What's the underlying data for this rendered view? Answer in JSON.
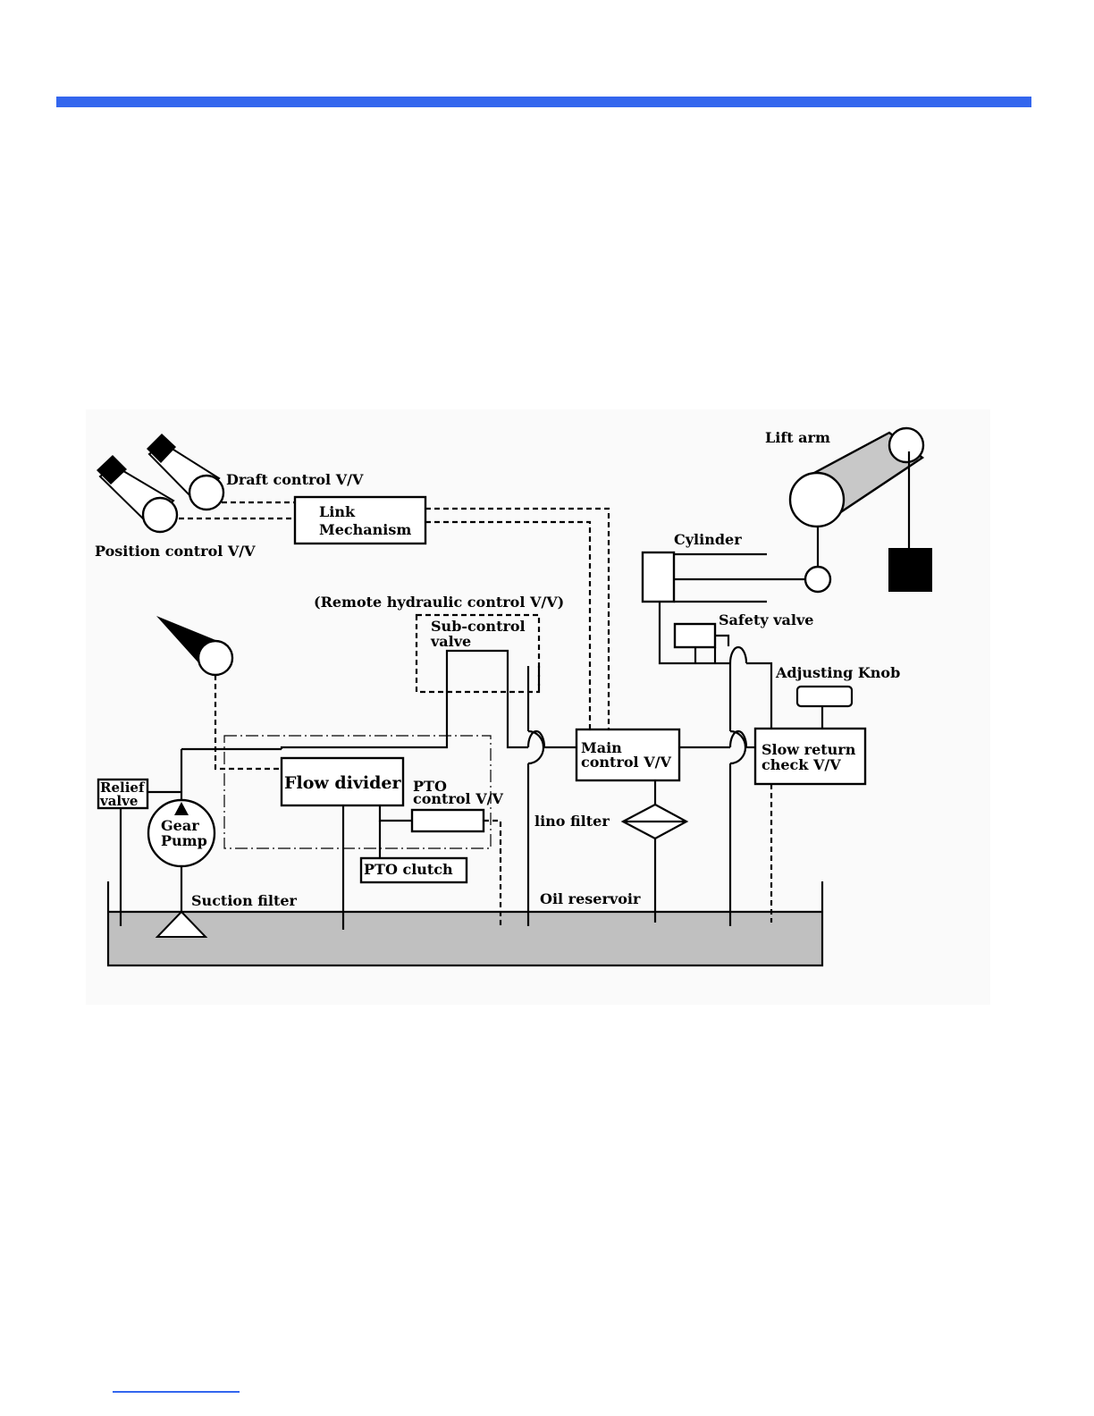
{
  "header": {
    "accent_color": "#3366ee"
  },
  "diagram": {
    "labels": {
      "lift_arm": "Lift arm",
      "draft_control": "Draft  control  V/V",
      "position_control": "Position  control  V/V",
      "link_line1": "Link",
      "link_line2": "Mechanism",
      "cylinder": "Cylinder",
      "remote_control": "(Remote  hydraulic  control  V/V)",
      "sub_control_line1": "Sub-control",
      "sub_control_line2": "valve",
      "safety_valve": "Safety  valve",
      "adjusting_knob": "Adjusting  Knob",
      "main_control_line1": "Main",
      "main_control_line2": "control  V/V",
      "slow_return_line1": "Slow  return",
      "slow_return_line2": "check  V/V",
      "relief_line1": "Relief",
      "relief_line2": "valve",
      "gear_line1": "Gear",
      "gear_line2": "Pump",
      "flow_divider": "Flow divider",
      "pto_control_line1": "PTO",
      "pto_control_line2": "control  V/V",
      "line_filter": "lino  filter",
      "pto_clutch": "PTO  clutch",
      "suction_filter": "Suction  filter",
      "oil_reservoir": "Oil  reservoir"
    },
    "colors": {
      "reservoir_fill": "#c0c0c0",
      "arm_fill": "#c8c8c8",
      "panel_bg": "#fafafa"
    }
  }
}
